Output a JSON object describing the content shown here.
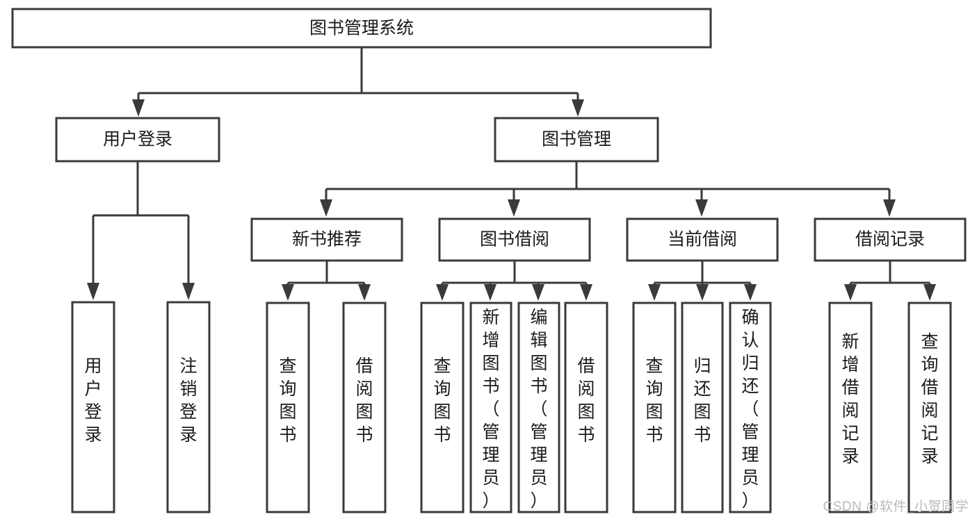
{
  "diagram": {
    "title": "图书管理系统",
    "type": "tree-hierarchy-chart",
    "orientation": "top-down",
    "colors": {
      "box_stroke": "#3a3a3a",
      "box_fill": "#ffffff",
      "connector": "#3a3a3a",
      "label_text": "#1a1a1a",
      "background": "#ffffff",
      "watermark": "#b9b9b9"
    },
    "root": {
      "label": "图书管理系统"
    },
    "level2": [
      {
        "label": "用户登录"
      },
      {
        "label": "图书管理"
      }
    ],
    "level3": [
      {
        "label": "新书推荐"
      },
      {
        "label": "图书借阅"
      },
      {
        "label": "当前借阅"
      },
      {
        "label": "借阅记录"
      }
    ],
    "leaves": {
      "user_login": [
        {
          "label": "用户登录"
        },
        {
          "label": "注销登录"
        }
      ],
      "new_book_recommend": [
        {
          "label": "查询图书"
        },
        {
          "label": "借阅图书"
        }
      ],
      "book_borrow": [
        {
          "label": "查询图书"
        },
        {
          "label": "新增图书（管理员）"
        },
        {
          "label": "编辑图书（管理员）"
        },
        {
          "label": "借阅图书"
        }
      ],
      "current_borrow": [
        {
          "label": "查询图书"
        },
        {
          "label": "归还图书"
        },
        {
          "label": "确认归还（管理员）"
        }
      ],
      "borrow_record": [
        {
          "label": "新增借阅记录"
        },
        {
          "label": "查询借阅记录"
        }
      ]
    }
  },
  "watermark": {
    "text": "CSDN @软件_小贺同学"
  }
}
